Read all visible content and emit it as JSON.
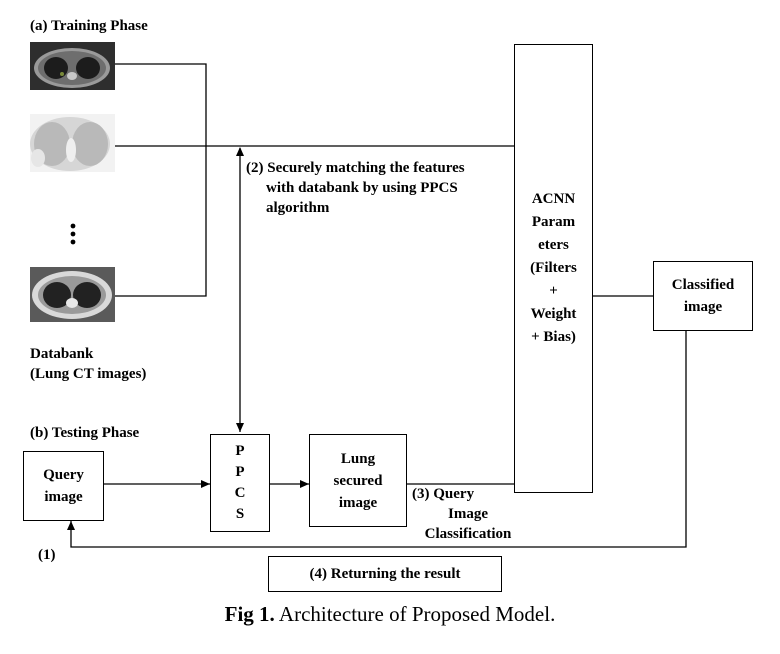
{
  "training_phase": "(a) Training Phase",
  "databank": [
    "Databank",
    "(Lung CT images)"
  ],
  "step2": [
    "(2) Securely matching the features",
    "with databank by using PPCS",
    "algorithm"
  ],
  "acnn": [
    "ACNN",
    "Param",
    "eters",
    "(Filters",
    "+",
    "Weight",
    "+ Bias)"
  ],
  "classified": [
    "Classified",
    "image"
  ],
  "testing_phase": "(b) Testing Phase",
  "query": [
    "Query",
    "image"
  ],
  "ppcs": [
    "P",
    "P",
    "C",
    "S"
  ],
  "lung_secured": [
    "Lung",
    "secured",
    "image"
  ],
  "step3": [
    "(3)  Query",
    "Image",
    "Classification"
  ],
  "step1": "(1)",
  "step4": "(4) Returning the result",
  "caption_bold": "Fig 1.",
  "caption_text": " Architecture of Proposed Model."
}
